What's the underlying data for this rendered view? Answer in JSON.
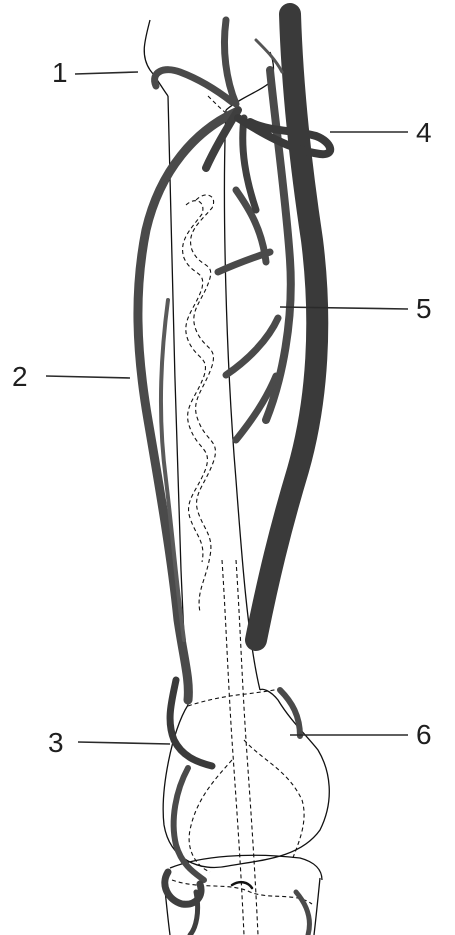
{
  "figure": {
    "labels": [
      {
        "id": "1",
        "text": "1"
      },
      {
        "id": "2",
        "text": "2"
      },
      {
        "id": "3",
        "text": "3"
      },
      {
        "id": "4",
        "text": "4"
      },
      {
        "id": "5",
        "text": "5"
      },
      {
        "id": "6",
        "text": "6"
      }
    ]
  },
  "colors": {
    "vessel_dark": "#3a3a3a",
    "vessel_main": "#4a4a4a",
    "vessel_light": "#6a6a6a",
    "outline": "#111111",
    "label": "#1f1f1f"
  }
}
